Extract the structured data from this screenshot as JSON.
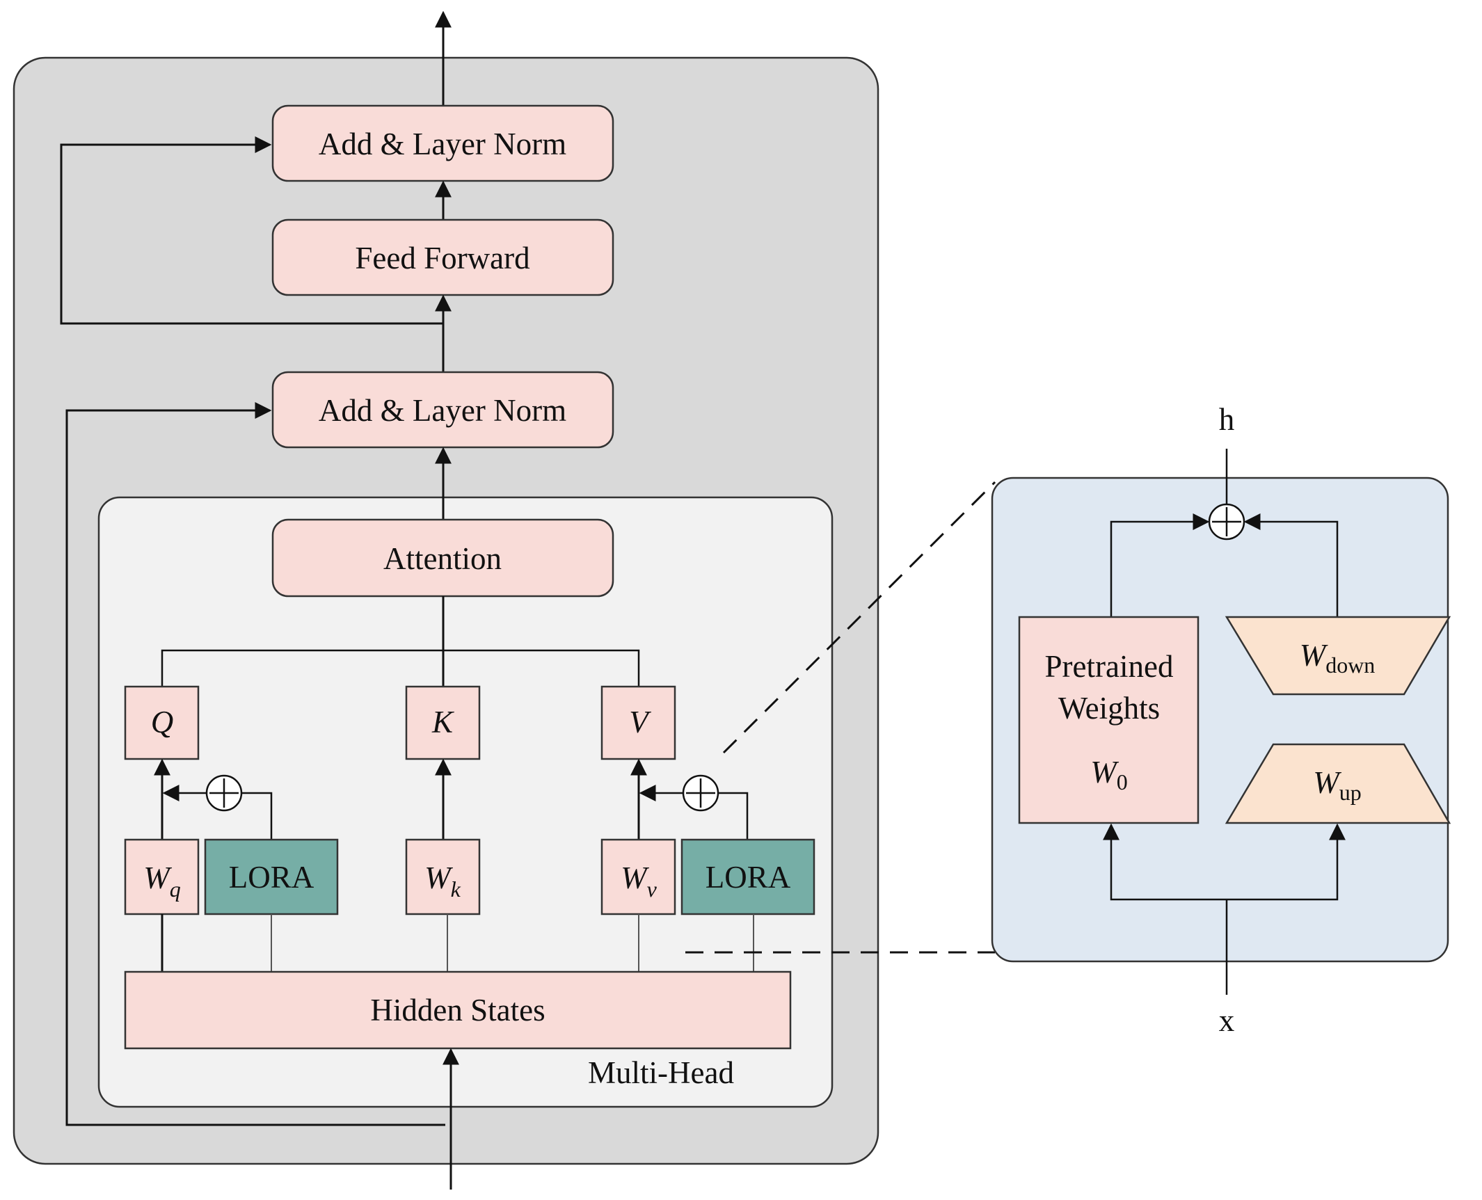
{
  "diagram": {
    "outer_block": {
      "add_norm_top": "Add & Layer Norm",
      "feed_forward": "Feed Forward",
      "add_norm_bottom": "Add & Layer Norm"
    },
    "multi_head": {
      "caption": "Multi-Head",
      "attention": "Attention",
      "q": "Q",
      "k": "K",
      "v": "V",
      "wq": {
        "base": "W",
        "sub": "q"
      },
      "wk": {
        "base": "W",
        "sub": "k"
      },
      "wv": {
        "base": "W",
        "sub": "v"
      },
      "lora_left": "LORA",
      "lora_right": "LORA",
      "plus_symbol": "+",
      "hidden_states": "Hidden States"
    },
    "lora_detail": {
      "output_label": "h",
      "input_label": "x",
      "pretrained_line1": "Pretrained",
      "pretrained_line2": "Weights",
      "w0": {
        "base": "W",
        "sub": "0"
      },
      "wdown": {
        "base": "W",
        "sub": "down"
      },
      "wup": {
        "base": "W",
        "sub": "up"
      },
      "plus_symbol": "+"
    },
    "colors": {
      "outer_bg": "#d9d9d9",
      "inner_bg": "#f2f2f2",
      "detail_bg": "#dfe8f2",
      "box_pink": "#f9dcd8",
      "lora_teal": "#76aea6",
      "trap_peach": "#fbe3cf",
      "stroke": "#111111"
    }
  }
}
